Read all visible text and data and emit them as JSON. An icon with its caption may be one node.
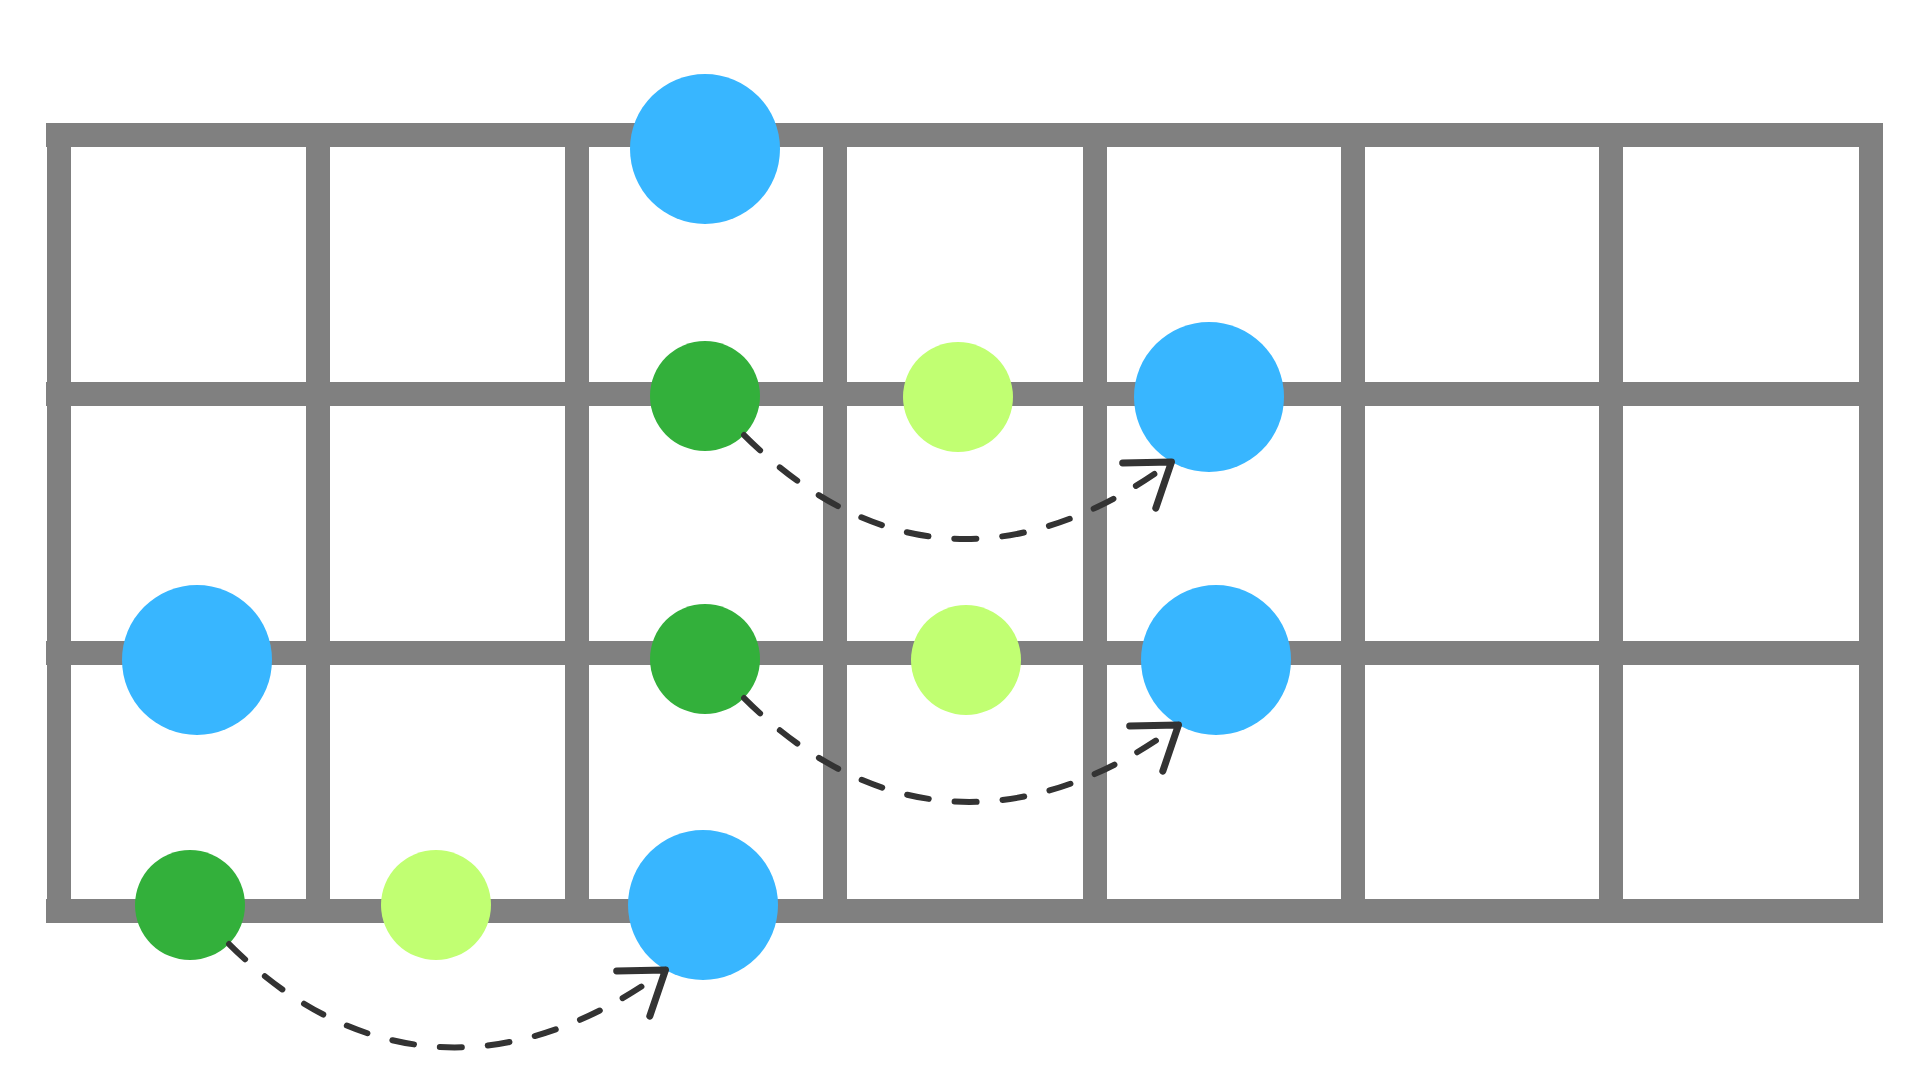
{
  "diagram": {
    "nodes": [
      {
        "text": [],
        "shape": "circle"
      },
      {
        "text": [],
        "shape": "circle"
      },
      {
        "text": [],
        "shape": "circle"
      },
      {
        "text": [],
        "shape": "circle"
      },
      {
        "text": [],
        "shape": "circle"
      },
      {
        "text": [],
        "shape": "circle"
      },
      {
        "text": [],
        "shape": "circle"
      },
      {
        "text": [],
        "shape": "circle"
      },
      {
        "text": [],
        "shape": "circle"
      },
      {
        "text": [],
        "shape": "circle"
      },
      {
        "text": [],
        "shape": "circle"
      }
    ],
    "edges": [
      {
        "from": 1,
        "to": 3,
        "arrow": "to",
        "style": "dashed"
      },
      {
        "from": 5,
        "to": 7,
        "arrow": "to",
        "style": "dashed"
      },
      {
        "from": 8,
        "to": 10,
        "arrow": "to",
        "style": "dashed"
      }
    ]
  }
}
